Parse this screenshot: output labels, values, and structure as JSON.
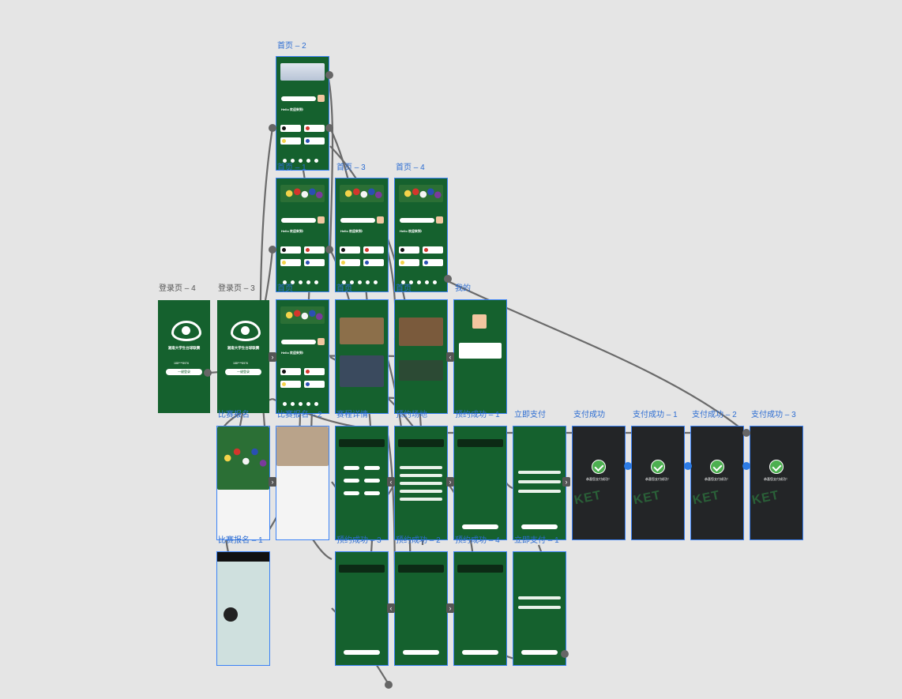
{
  "frames": {
    "home2": {
      "label": "首页 – 2"
    },
    "home1": {
      "label": "首页 – 1"
    },
    "home3": {
      "label": "首页 – 3"
    },
    "home4": {
      "label": "首页 – 4"
    },
    "login4": {
      "label": "登录页 – 4"
    },
    "login3": {
      "label": "登录页 – 3"
    },
    "home": {
      "label": "首页"
    },
    "homeb": {
      "label": "首页"
    },
    "homec": {
      "label": "首页"
    },
    "mine": {
      "label": "我的"
    },
    "match_signup": {
      "label": "比赛报名"
    },
    "match_signup2": {
      "label": "比赛报名 – 2"
    },
    "match_detail": {
      "label": "赛程详情"
    },
    "booking": {
      "label": "预约场地"
    },
    "booking1": {
      "label": "预约成功 – 1"
    },
    "pay_now": {
      "label": "立即支付"
    },
    "pay_ok": {
      "label": "支付成功"
    },
    "pay_ok1": {
      "label": "支付成功 – 1"
    },
    "pay_ok2": {
      "label": "支付成功 – 2"
    },
    "pay_ok3": {
      "label": "支付成功 – 3"
    },
    "match_signup1": {
      "label": "比赛报名 – 1"
    },
    "booking3": {
      "label": "预约成功 – 3"
    },
    "booking2": {
      "label": "预约成功 – 2"
    },
    "booking4": {
      "label": "预约成功 – 4"
    },
    "pay_now1": {
      "label": "立即支付 – 1"
    }
  },
  "login": {
    "title": "湘南大学生台球联赛",
    "button": "一键登录",
    "phone": "188****8976"
  },
  "home_screen": {
    "greeting": "Hello 欢迎来到!"
  },
  "pay_success_text": "恭喜您支付成功！",
  "ticket_text": "KET",
  "colors": {
    "frame_green": "#15612e",
    "selection_blue": "#3b82f6",
    "connector": "#666666",
    "canvas": "#e5e5e5",
    "dark_frame": "#232527"
  }
}
